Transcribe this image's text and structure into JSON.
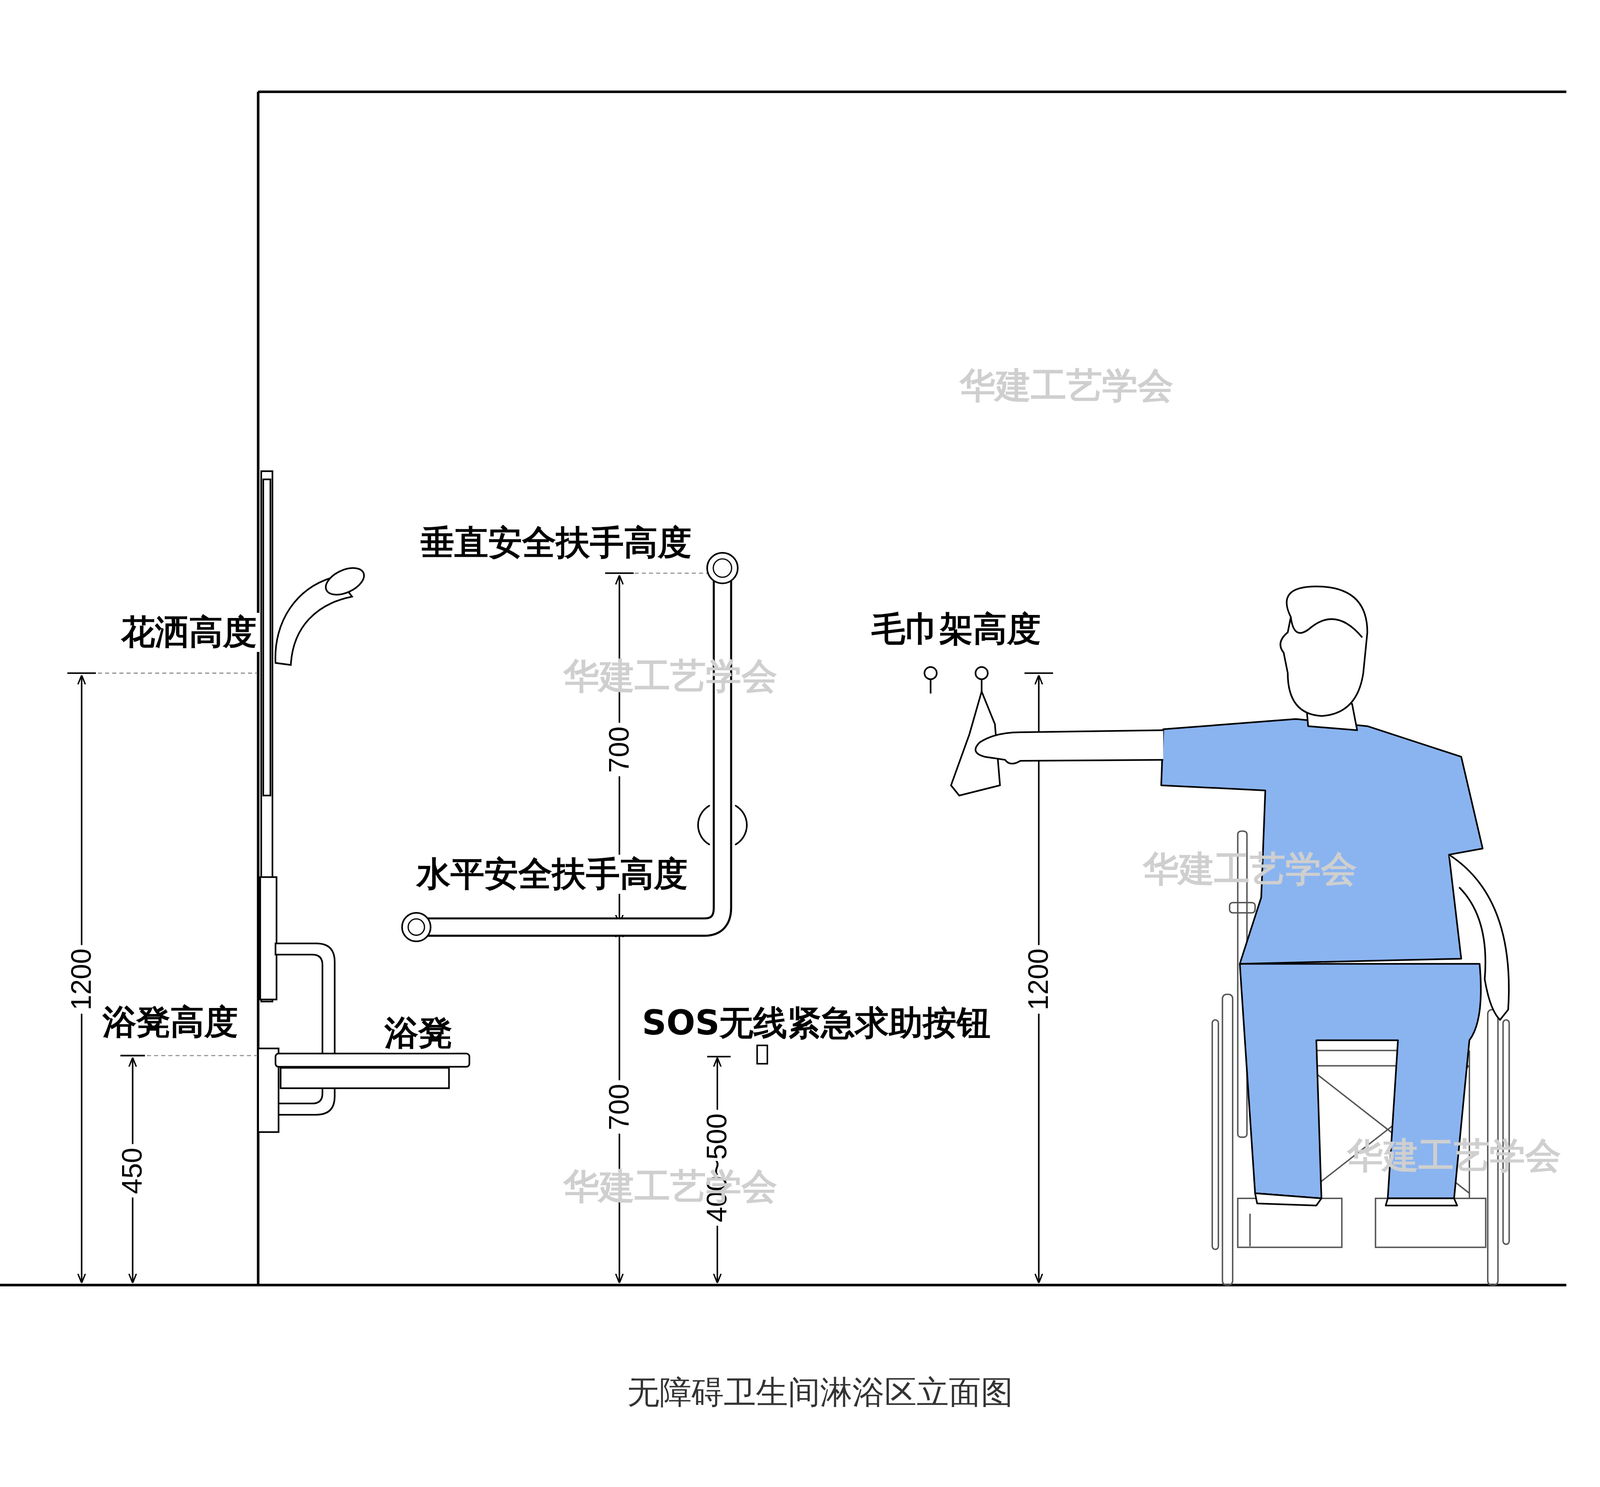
{
  "diagram": {
    "caption": "无障碍卫生间淋浴区立面图",
    "labels": [
      "花洒高度",
      "垂直安全扶手高度",
      "毛巾架高度",
      "水平安全扶手高度",
      "浴凳高度",
      "浴凳",
      "SOS无线紧急求助按钮",
      "1200",
      "450",
      "700",
      "700",
      "400~500",
      "1200",
      "华建工艺学会",
      "华建工艺学会",
      "华建工艺学会",
      "华建工艺学会",
      "华建工艺学会"
    ]
  }
}
